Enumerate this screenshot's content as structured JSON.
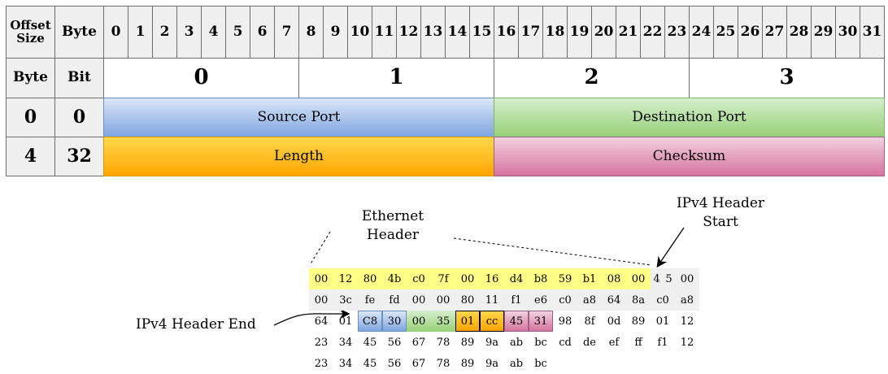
{
  "table": {
    "corner_offset_label": "Offset",
    "corner_size_label": "Size",
    "byte_label": "Byte",
    "bit_label": "Bit",
    "bit_numbers": [
      "0",
      "1",
      "2",
      "3",
      "4",
      "5",
      "6",
      "7",
      "8",
      "9",
      "10",
      "11",
      "12",
      "13",
      "14",
      "15",
      "16",
      "17",
      "18",
      "19",
      "20",
      "21",
      "22",
      "23",
      "24",
      "25",
      "26",
      "27",
      "28",
      "29",
      "30",
      "31"
    ],
    "byte_numbers": [
      "0",
      "1",
      "2",
      "3"
    ],
    "rows": [
      {
        "byte": "0",
        "bit": "0",
        "fields": [
          {
            "label": "Source Port",
            "color": "blue"
          },
          {
            "label": "Destination Port",
            "color": "green"
          }
        ]
      },
      {
        "byte": "4",
        "bit": "32",
        "fields": [
          {
            "label": "Length",
            "color": "orange"
          },
          {
            "label": "Checksum",
            "color": "pink"
          }
        ]
      }
    ]
  },
  "annotations": {
    "ethernet_header": [
      "Ethernet",
      "Header"
    ],
    "ipv4_header_start": [
      "IPv4 Header",
      "Start"
    ],
    "ipv4_header_end": "IPv4 Header End"
  },
  "hexdump": {
    "rows": [
      [
        "00",
        "12",
        "80",
        "4b",
        "c0",
        "7f",
        "00",
        "16",
        "d4",
        "b8",
        "59",
        "b1",
        "08",
        "00",
        "4",
        "5",
        "00"
      ],
      [
        "00",
        "3c",
        "fe",
        "fd",
        "00",
        "00",
        "80",
        "11",
        "f1",
        "e6",
        "c0",
        "a8",
        "64",
        "8a",
        "c0",
        "a8"
      ],
      [
        "64",
        "01",
        "C8",
        "30",
        "00",
        "35",
        "01",
        "cc",
        "45",
        "31",
        "98",
        "8f",
        "0d",
        "89",
        "01",
        "12"
      ],
      [
        "23",
        "34",
        "45",
        "56",
        "67",
        "78",
        "89",
        "9a",
        "ab",
        "bc",
        "cd",
        "de",
        "ef",
        "ff",
        "f1",
        "12"
      ],
      [
        "23",
        "34",
        "45",
        "56",
        "67",
        "78",
        "89",
        "9a",
        "ab",
        "bc"
      ]
    ],
    "highlight_colors": {
      "ethernet": "#ffff88",
      "udp_source_port": "#7ea6e0",
      "udp_destination_port": "#97d077",
      "udp_length": "#ffa500",
      "udp_checksum": "#d5739d"
    }
  }
}
